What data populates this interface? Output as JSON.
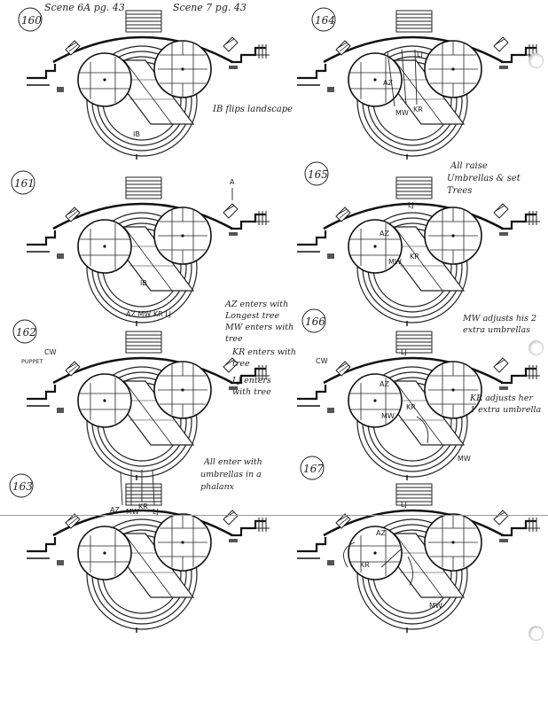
{
  "page_header": {
    "left": "Scene 6A pg. 43",
    "right": "Scene 7 pg. 43"
  },
  "panels": [
    {
      "number": "160",
      "labels": [],
      "notes": [
        "IB flips landscape"
      ],
      "ib_label": "IB"
    },
    {
      "number": "164",
      "labels": [
        "LJ",
        "AZ",
        "MW",
        "KR"
      ],
      "notes": []
    },
    {
      "number": "161",
      "labels": [
        "A",
        "IB"
      ],
      "notes": []
    },
    {
      "number": "165",
      "labels": [
        "LJ",
        "AZ",
        "MW",
        "KR"
      ],
      "notes": [
        "All raise",
        "Umbrellas & set",
        "Trees"
      ]
    },
    {
      "number": "162",
      "labels": [
        "AZ MW KR LJ",
        "CW",
        "PUPPET"
      ],
      "notes": [
        "AZ enters with",
        "Longest tree",
        "MW enters with",
        "tree",
        "KR enters with",
        "tree",
        "LJ enters",
        "with tree"
      ]
    },
    {
      "number": "166",
      "labels": [
        "LJ",
        "CW",
        "AZ",
        "MW",
        "KR"
      ],
      "notes": [
        "MW adjusts his 2",
        "extra umbrellas",
        "KR adjusts her",
        "1 extra umbrella",
        "MW"
      ]
    },
    {
      "number": "163",
      "labels": [
        "AZ",
        "MW",
        "KR",
        "LJ"
      ],
      "notes": [
        "All enter with",
        "umbrellas in a",
        "phalanx"
      ]
    },
    {
      "number": "167",
      "labels": [
        "LJ",
        "AZ",
        "KR",
        "MW"
      ],
      "notes": []
    }
  ]
}
